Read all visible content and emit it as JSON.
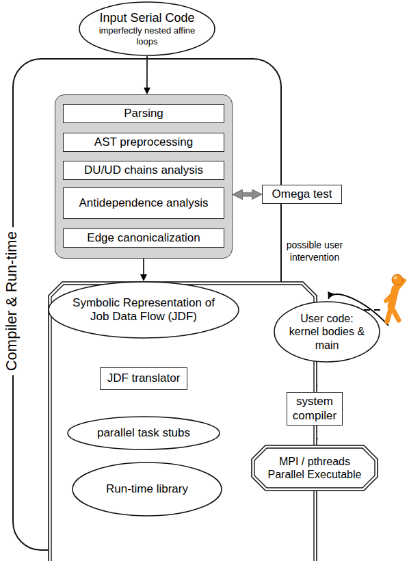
{
  "diagram": {
    "nodes": [
      {
        "text": [
          "Input Serial Code",
          "imperfectly nested affine loops"
        ]
      },
      {
        "text": [
          "Compiler & Run-time"
        ]
      },
      {
        "text": [],
        "in": 1
      },
      {
        "text": [
          "Parsing"
        ],
        "in": 2
      },
      {
        "text": [
          "AST preprocessing"
        ],
        "in": 2
      },
      {
        "text": [
          "DU/UD chains analysis"
        ],
        "in": 2
      },
      {
        "text": [
          "Antidependence analysis"
        ],
        "in": 2
      },
      {
        "text": [
          "Edge canonicalization"
        ],
        "in": 2
      },
      {
        "text": [
          "Omega test"
        ]
      },
      {
        "text": [
          "Symbolic Representation of Job Data Flow (JDF)"
        ],
        "in": 1
      },
      {
        "text": [
          "JDF translator"
        ],
        "in": 1
      },
      {
        "text": [
          "parallel task stubs"
        ],
        "in": 1
      },
      {
        "text": [
          "Run-time library"
        ],
        "in": 1
      },
      {
        "text": [
          "User code: kernel bodies & main"
        ]
      },
      {
        "text": [
          "system compiler"
        ]
      },
      {
        "text": [
          "MPI / pthreads Parallel Executable"
        ]
      }
    ],
    "edges": [
      {
        "from": 0,
        "to": 2,
        "arrow": "to"
      },
      {
        "from": 2,
        "to": 9,
        "arrow": "to"
      },
      {
        "from": 9,
        "to": 10,
        "arrow": "to"
      },
      {
        "from": 10,
        "to": 11,
        "arrow": "to"
      },
      {
        "from": 11,
        "to": 14,
        "arrow": "to"
      },
      {
        "from": 12,
        "to": 14,
        "arrow": "to"
      },
      {
        "from": 13,
        "to": 14,
        "arrow": "to"
      },
      {
        "from": 14,
        "to": 15,
        "arrow": "to"
      },
      {
        "from": 8,
        "to": 2,
        "arrow": "both"
      }
    ],
    "labels": [
      "possible user intervention"
    ]
  }
}
